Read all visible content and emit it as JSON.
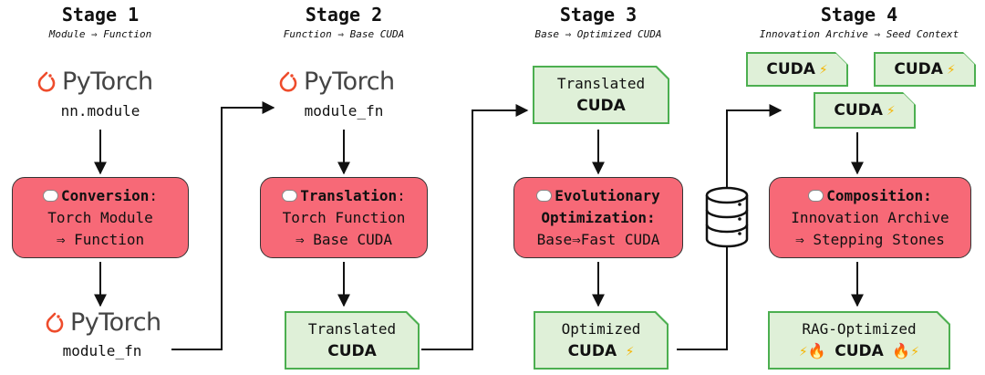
{
  "stages": [
    {
      "title": "Stage 1",
      "subtitle": "Module ⇒ Function"
    },
    {
      "title": "Stage 2",
      "subtitle": "Function ⇒ Base CUDA"
    },
    {
      "title": "Stage 3",
      "subtitle": "Base ⇒ Optimized CUDA"
    },
    {
      "title": "Stage 4",
      "subtitle": "Innovation Archive ⇒ Seed Context"
    }
  ],
  "pytorch_word": "PyTorch",
  "stage1": {
    "top_code": "nn.module",
    "box_head": "Conversion",
    "box_colon": ":",
    "box_line1": "Torch Module",
    "box_line2": "⇒ Function",
    "bottom_code": "module_fn"
  },
  "stage2": {
    "top_code": "module_fn",
    "box_head": "Translation",
    "box_colon": ":",
    "box_line1": "Torch Function",
    "box_line2": "⇒ Base CUDA",
    "out_line1": "Translated",
    "out_line2": "CUDA"
  },
  "stage3": {
    "in_line1": "Translated",
    "in_line2": "CUDA",
    "box_head1": "Evolutionary",
    "box_head2": "Optimization:",
    "box_line": "Base⇒Fast CUDA",
    "out_line1": "Optimized",
    "out_line2": "CUDA"
  },
  "stage4": {
    "seed_label": "CUDA",
    "box_head": "Composition:",
    "box_line1": "Innovation Archive",
    "box_line2": "⇒ Stepping Stones",
    "out_line1": "RAG-Optimized",
    "out_line2": "CUDA"
  },
  "icons": {
    "bolt": "⚡",
    "fire": "🔥"
  },
  "colors": {
    "red": "#f76977",
    "green_fill": "#dff0d8",
    "green_border": "#4caf50"
  }
}
